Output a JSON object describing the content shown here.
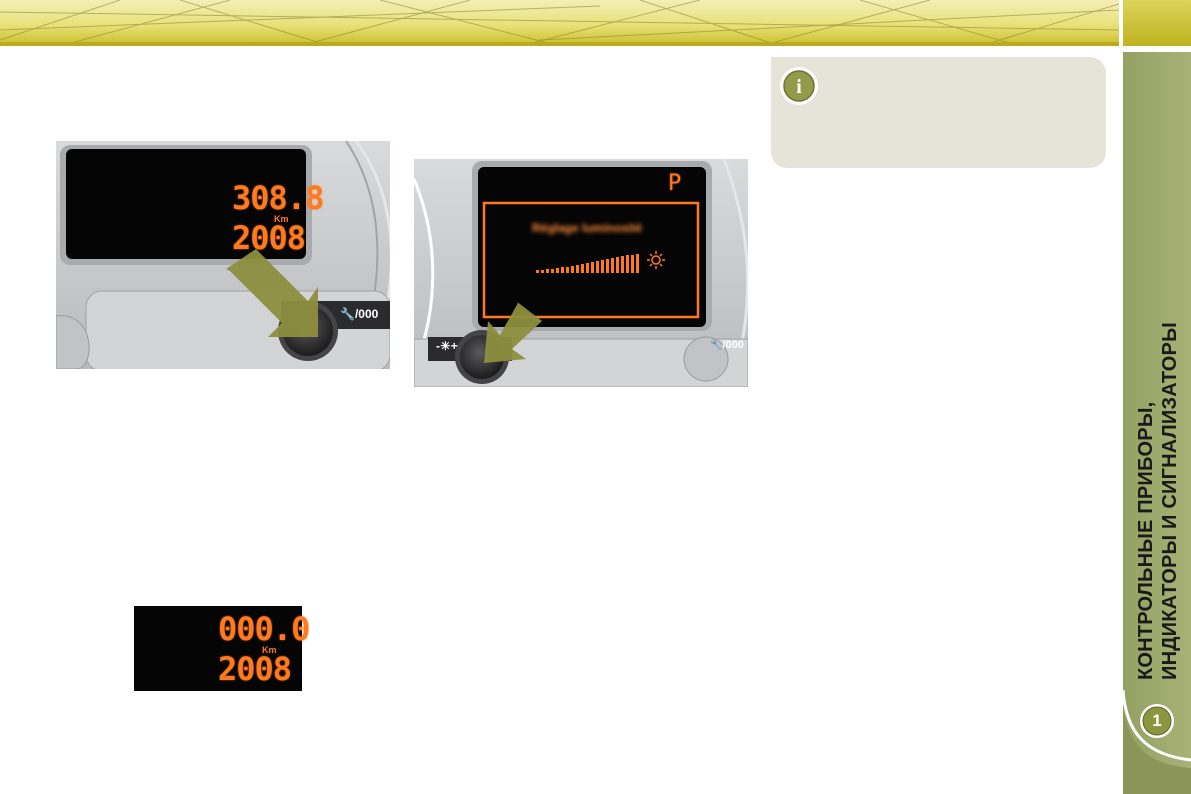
{
  "side_tab": {
    "line1": "КОНТРОЛЬНЫЕ ПРИБОРЫ,",
    "line2": "ИНДИКАТОРЫ И СИГНАЛИЗАТОРЫ",
    "chapter": "1"
  },
  "info_box": {
    "icon": "i"
  },
  "figure1": {
    "trip": "308.8",
    "unit": "Km",
    "year": "2008",
    "button_label": "/000",
    "button_icon": "wrench-icon",
    "arrow_color": "#8c8f3e"
  },
  "figure2": {
    "gear": "P",
    "menu_text": "Réglage luminosité",
    "button_left_label": "-☀+",
    "button_right_label": "/000",
    "arrow_color": "#8c8f3e"
  },
  "figure3": {
    "trip": "000.0",
    "unit": "Km",
    "year": "2008"
  },
  "colors": {
    "lcd_orange": "#ff7a1e",
    "banner_yellow": "#e9e177",
    "side_olive": "#a8b276"
  }
}
